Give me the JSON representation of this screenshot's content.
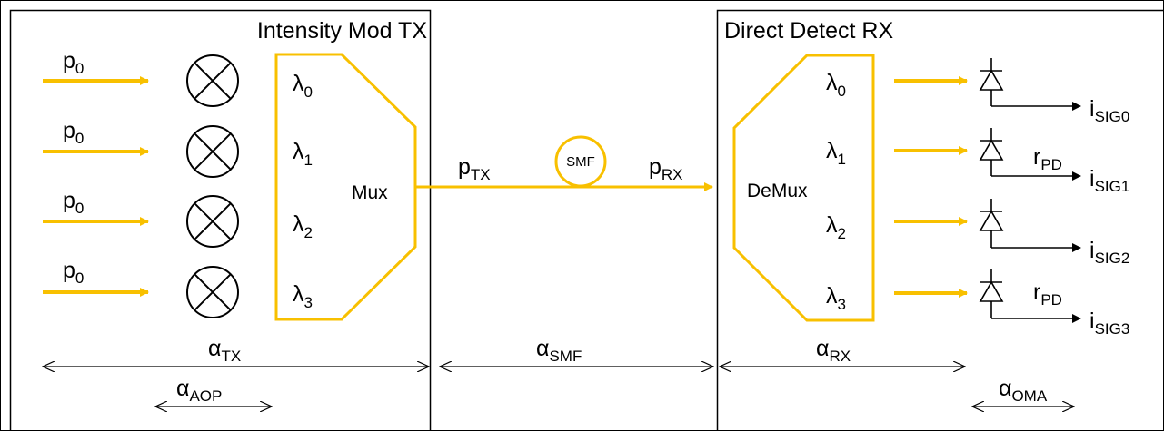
{
  "colors": {
    "beam": "#F8C000",
    "ink": "#000000",
    "fill": "#FFFFFF"
  },
  "transmitter": {
    "title": "Intensity Mod TX",
    "input_label": {
      "base": "p",
      "sub": "0"
    },
    "modulator_icon": "circled-x-icon",
    "mux_label": "Mux",
    "wavelengths": [
      {
        "base": "λ",
        "sub": "0"
      },
      {
        "base": "λ",
        "sub": "1"
      },
      {
        "base": "λ",
        "sub": "2"
      },
      {
        "base": "λ",
        "sub": "3"
      }
    ]
  },
  "link": {
    "tx_power": {
      "base": "p",
      "sub": "TX"
    },
    "rx_power": {
      "base": "p",
      "sub": "RX"
    },
    "fiber_label": "SMF"
  },
  "receiver": {
    "title": "Direct Detect RX",
    "demux_label": "DeMux",
    "wavelengths": [
      {
        "base": "λ",
        "sub": "0"
      },
      {
        "base": "λ",
        "sub": "1"
      },
      {
        "base": "λ",
        "sub": "2"
      },
      {
        "base": "λ",
        "sub": "3"
      }
    ],
    "photodiode_icon": "photodiode-icon",
    "outputs": [
      {
        "base": "i",
        "sub": "SIG0"
      },
      {
        "base": "i",
        "sub": "SIG1"
      },
      {
        "base": "i",
        "sub": "SIG2"
      },
      {
        "base": "i",
        "sub": "SIG3"
      }
    ],
    "responsivity": {
      "base": "r",
      "sub": "PD"
    }
  },
  "budget": {
    "tx": {
      "base": "α",
      "sub": "TX"
    },
    "smf": {
      "base": "α",
      "sub": "SMF"
    },
    "rx": {
      "base": "α",
      "sub": "RX"
    },
    "aop": {
      "base": "α",
      "sub": "AOP"
    },
    "oma": {
      "base": "α",
      "sub": "OMA"
    }
  }
}
